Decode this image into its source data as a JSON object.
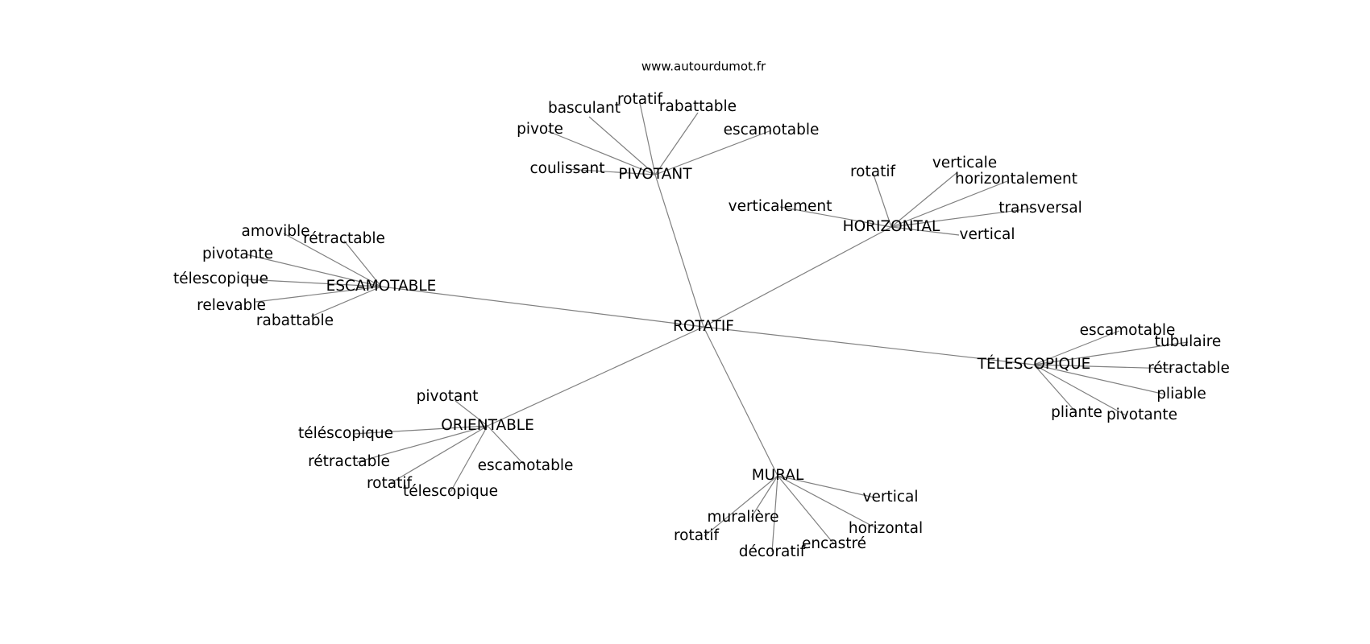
{
  "site": "www.autourdumot.fr",
  "center": "ROTATIF",
  "branches": [
    {
      "label": "PIVOTANT",
      "words": [
        "basculant",
        "rotatif",
        "rabattable",
        "pivote",
        "escamotable",
        "coulissant"
      ]
    },
    {
      "label": "HORIZONTAL",
      "words": [
        "rotatif",
        "verticale",
        "horizontalement",
        "verticalement",
        "transversal",
        "vertical"
      ]
    },
    {
      "label": "ESCAMOTABLE",
      "words": [
        "amovible",
        "rétractable",
        "pivotante",
        "télescopique",
        "relevable",
        "rabattable"
      ]
    },
    {
      "label": "TÉLESCOPIQUE",
      "words": [
        "escamotable",
        "tubulaire",
        "rétractable",
        "pliable",
        "pliante",
        "pivotante"
      ]
    },
    {
      "label": "ORIENTABLE",
      "words": [
        "pivotant",
        "téléscopique",
        "rétractable",
        "rotatif",
        "télescopique",
        "escamotable"
      ]
    },
    {
      "label": "MURAL",
      "words": [
        "vertical",
        "muralière",
        "horizontal",
        "rotatif",
        "décoratif",
        "encastré"
      ]
    }
  ]
}
